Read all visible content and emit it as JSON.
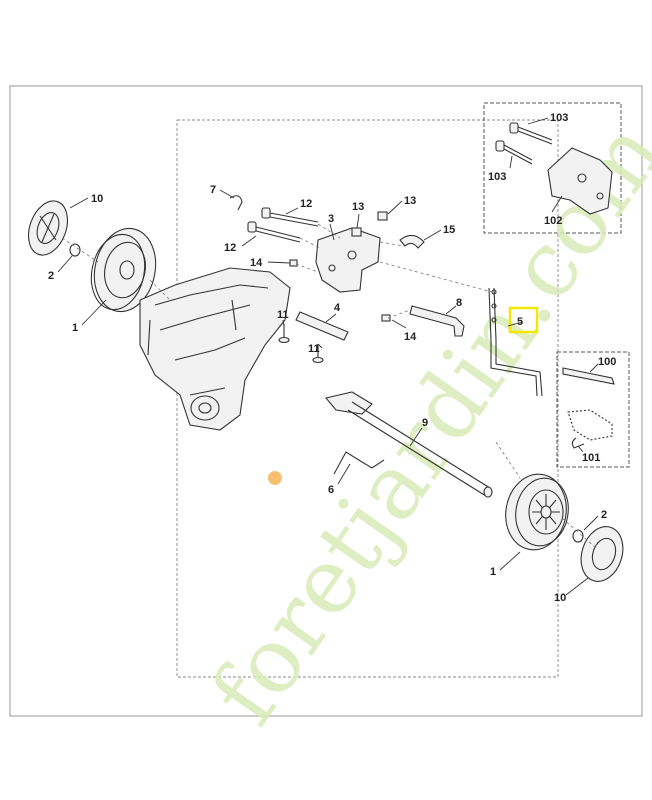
{
  "watermark": {
    "text": "foretjardin.com",
    "dot_color": "#f5b04a",
    "text_color": "#cfe6a8"
  },
  "highlight_color": "#f2e800",
  "callouts": [
    {
      "id": "lbl-10-left",
      "text": "10"
    },
    {
      "id": "lbl-2-left",
      "text": "2"
    },
    {
      "id": "lbl-1-left",
      "text": "1"
    },
    {
      "id": "lbl-7",
      "text": "7"
    },
    {
      "id": "lbl-12-a",
      "text": "12"
    },
    {
      "id": "lbl-12-b",
      "text": "12"
    },
    {
      "id": "lbl-3",
      "text": "3"
    },
    {
      "id": "lbl-13-a",
      "text": "13"
    },
    {
      "id": "lbl-13-b",
      "text": "13"
    },
    {
      "id": "lbl-14-a",
      "text": "14"
    },
    {
      "id": "lbl-15",
      "text": "15"
    },
    {
      "id": "lbl-11-a",
      "text": "11"
    },
    {
      "id": "lbl-11-b",
      "text": "11"
    },
    {
      "id": "lbl-4",
      "text": "4"
    },
    {
      "id": "lbl-14-b",
      "text": "14"
    },
    {
      "id": "lbl-8",
      "text": "8"
    },
    {
      "id": "lbl-5",
      "text": "5"
    },
    {
      "id": "lbl-9",
      "text": "9"
    },
    {
      "id": "lbl-6",
      "text": "6"
    },
    {
      "id": "lbl-2-right",
      "text": "2"
    },
    {
      "id": "lbl-1-right",
      "text": "1"
    },
    {
      "id": "lbl-10-right",
      "text": "10"
    },
    {
      "id": "lbl-103-a",
      "text": "103"
    },
    {
      "id": "lbl-103-b",
      "text": "103"
    },
    {
      "id": "lbl-102",
      "text": "102"
    },
    {
      "id": "lbl-100",
      "text": "100"
    },
    {
      "id": "lbl-101",
      "text": "101"
    }
  ]
}
